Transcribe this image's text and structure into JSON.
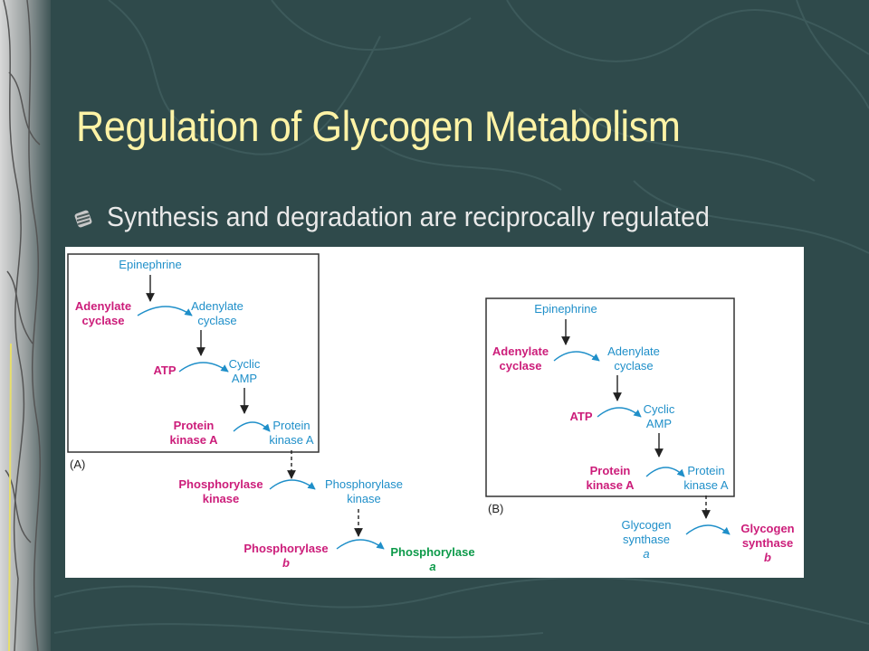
{
  "slide": {
    "title": "Regulation of Glycogen Metabolism",
    "bullet": "Synthesis and degradation are reciprocally regulated"
  },
  "panel_a": {
    "label": "(A)",
    "epinephrine": "Epinephrine",
    "adenylate_cyclase_in": [
      "Adenylate",
      "cyclase"
    ],
    "adenylate_cyclase_out": [
      "Adenylate",
      "cyclase"
    ],
    "atp": "ATP",
    "cyclic_amp": [
      "Cyclic",
      "AMP"
    ],
    "pka_in": [
      "Protein",
      "kinase A"
    ],
    "pka_out": [
      "Protein",
      "kinase A"
    ],
    "phk_in": [
      "Phosphorylase",
      "kinase"
    ],
    "phk_out": [
      "Phosphorylase",
      "kinase"
    ],
    "phos_b": [
      "Phosphorylase",
      "b"
    ],
    "phos_a": [
      "Phosphorylase",
      "a"
    ]
  },
  "panel_b": {
    "label": "(B)",
    "epinephrine": "Epinephrine",
    "adenylate_cyclase_in": [
      "Adenylate",
      "cyclase"
    ],
    "adenylate_cyclase_out": [
      "Adenylate",
      "cyclase"
    ],
    "atp": "ATP",
    "cyclic_amp": [
      "Cyclic",
      "AMP"
    ],
    "pka_in": [
      "Protein",
      "kinase A"
    ],
    "pka_out": [
      "Protein",
      "kinase A"
    ],
    "gs_a": [
      "Glycogen",
      "synthase",
      "a"
    ],
    "gs_b": [
      "Glycogen",
      "synthase",
      "b"
    ]
  },
  "colors": {
    "background": "#2f4a4b",
    "title": "#fff3a6",
    "blue": "#1f8fc9",
    "magenta": "#cc1d7a",
    "green": "#0d9a4a"
  }
}
